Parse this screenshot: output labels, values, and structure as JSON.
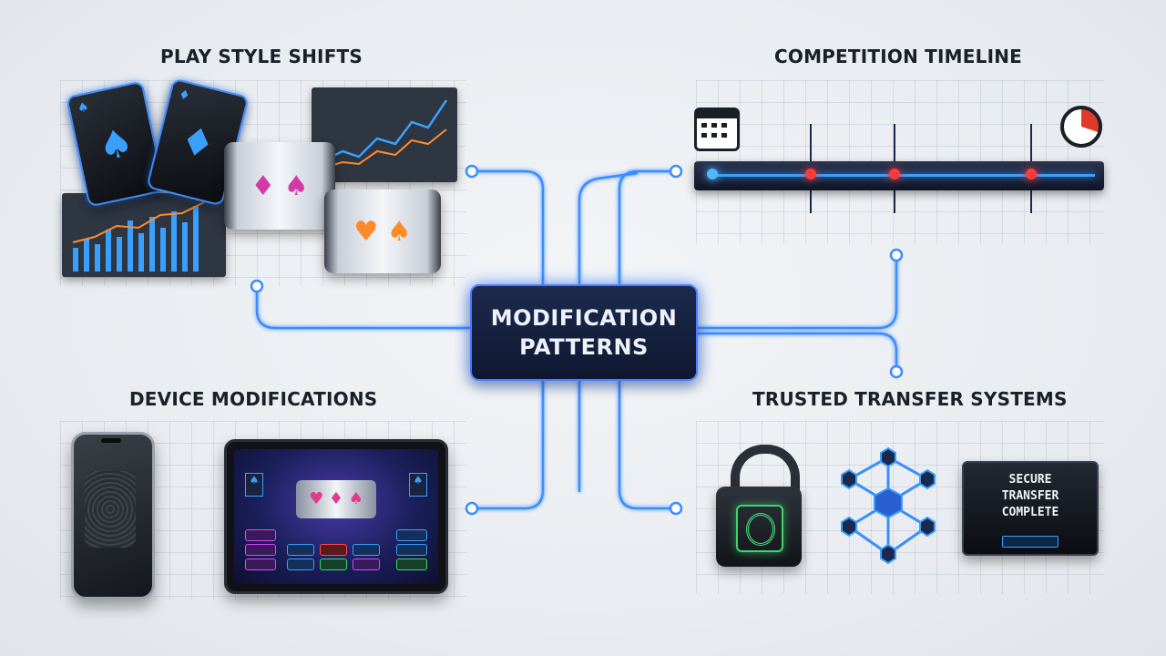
{
  "center": {
    "line1": "MODIFICATION",
    "line2": "PATTERNS"
  },
  "sections": {
    "play_style": "PLAY STYLE SHIFTS",
    "competition": "COMPETITION TIMELINE",
    "device": "DEVICE MODIFICATIONS",
    "transfer": "TRUSTED TRANSFER SYSTEMS"
  },
  "secure_panel": {
    "text": "SECURE\nTRANSFER\nCOMPLETE"
  },
  "icons": [
    "spade-card-icon",
    "diamond-card-icon",
    "slot-reel-icon",
    "line-chart-icon",
    "calendar-icon",
    "stopwatch-icon",
    "smartphone-icon",
    "tablet-icon",
    "padlock-fingerprint-icon",
    "network-hex-icon"
  ],
  "colors": {
    "accent_blue": "#3aa0ff",
    "alert_red": "#ff3a3a",
    "secure_green": "#3dd66a",
    "center_bg": "#14203d"
  }
}
